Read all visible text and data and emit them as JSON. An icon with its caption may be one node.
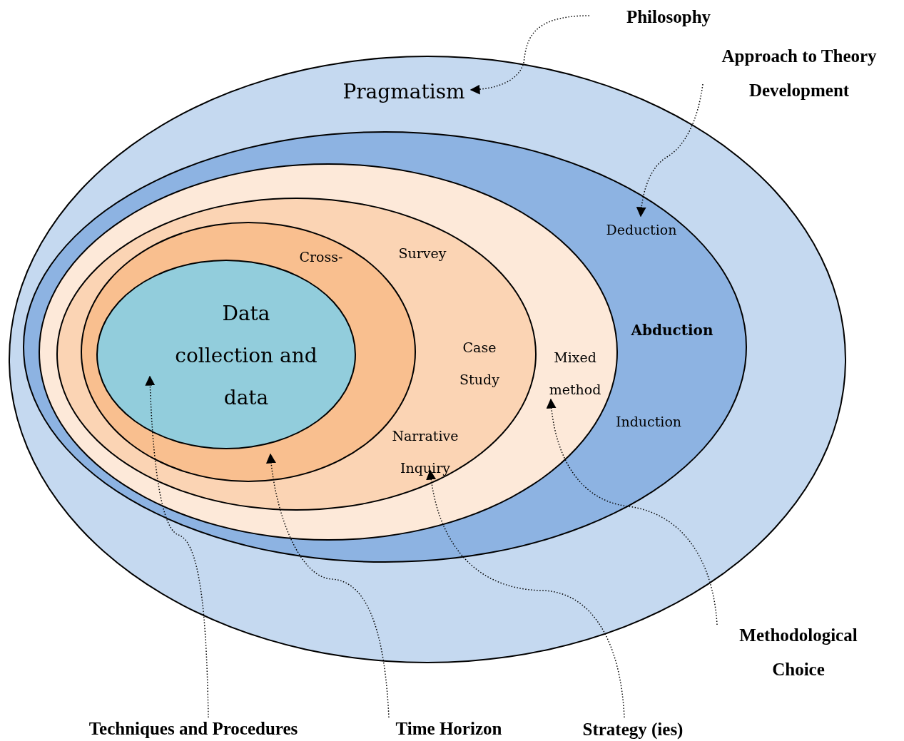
{
  "diagram": {
    "nodes": [
      {
        "text": [
          "Pragmatism"
        ]
      },
      {
        "text": [
          "Deduction",
          "Abduction",
          "Induction"
        ],
        "in": 0
      },
      {
        "text": [
          "Mixed method"
        ],
        "in": 1
      },
      {
        "text": [
          "Survey",
          "Case Study",
          "Narrative Inquiry"
        ],
        "in": 2
      },
      {
        "text": [
          "Cross-"
        ],
        "in": 3
      },
      {
        "text": [
          "Data collection and data"
        ],
        "in": 4
      },
      {
        "text": [
          "Philosophy"
        ]
      },
      {
        "text": [
          "Approach to Theory Development"
        ]
      },
      {
        "text": [
          "Methodological Choice"
        ]
      },
      {
        "text": [
          "Techniques and Procedures"
        ]
      },
      {
        "text": [
          "Time Horizon"
        ]
      },
      {
        "text": [
          "Strategy (ies)"
        ]
      }
    ],
    "edges": [
      {
        "from": 6,
        "to": 0,
        "arrow": "to",
        "style": "dashed"
      },
      {
        "from": 7,
        "to": 1,
        "arrow": "to",
        "style": "dashed"
      },
      {
        "from": 8,
        "to": 2,
        "arrow": "to",
        "style": "dashed"
      },
      {
        "from": 9,
        "to": 5,
        "arrow": "to",
        "style": "dashed"
      },
      {
        "from": 10,
        "to": 4,
        "arrow": "to",
        "style": "dashed"
      },
      {
        "from": 11,
        "to": 3,
        "arrow": "to",
        "style": "dashed"
      }
    ]
  }
}
